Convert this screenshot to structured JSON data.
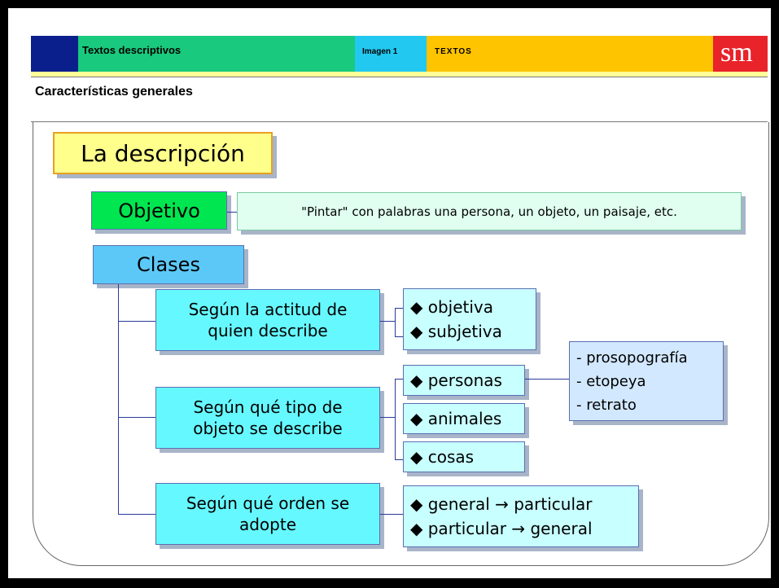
{
  "header": {
    "section_title": "Textos descriptivos",
    "image_label": "Imagen 1",
    "category_label": "TEXTOS",
    "logo_text": "sm"
  },
  "page_title": "Características generales",
  "diagram": {
    "main_title": "La descripción",
    "objective": {
      "label": "Objetivo",
      "text": "\"Pintar\" con palabras una persona, un objeto, un paisaje, etc."
    },
    "classes_label": "Clases",
    "criteria": [
      {
        "label_line1": "Según la actitud de",
        "label_line2": "quien describe",
        "items": [
          "◆ objetiva",
          "◆ subjetiva"
        ]
      },
      {
        "label_line1": "Según qué tipo de",
        "label_line2": "objeto se describe",
        "items": [
          "◆ personas",
          "◆ animales",
          "◆ cosas"
        ]
      },
      {
        "label_line1": "Según qué orden se",
        "label_line2": "adopte",
        "items": [
          "◆ general → particular",
          "◆ particular → general"
        ]
      }
    ],
    "persona_subtypes": [
      "- prosopografía",
      "- etopeya",
      "- retrato"
    ]
  },
  "colors": {
    "navy": "#0a1f8c",
    "green": "#19c97d",
    "cyan": "#22c8f0",
    "yellow": "#ffc400",
    "logo_red": "#e8232a",
    "title_box": "#ffff8c",
    "objective_box": "#00e650",
    "classes_box": "#5cc8f8",
    "criteria_box": "#66f8ff",
    "item_box": "#c8ffff",
    "subtype_box": "#d2e8ff"
  }
}
